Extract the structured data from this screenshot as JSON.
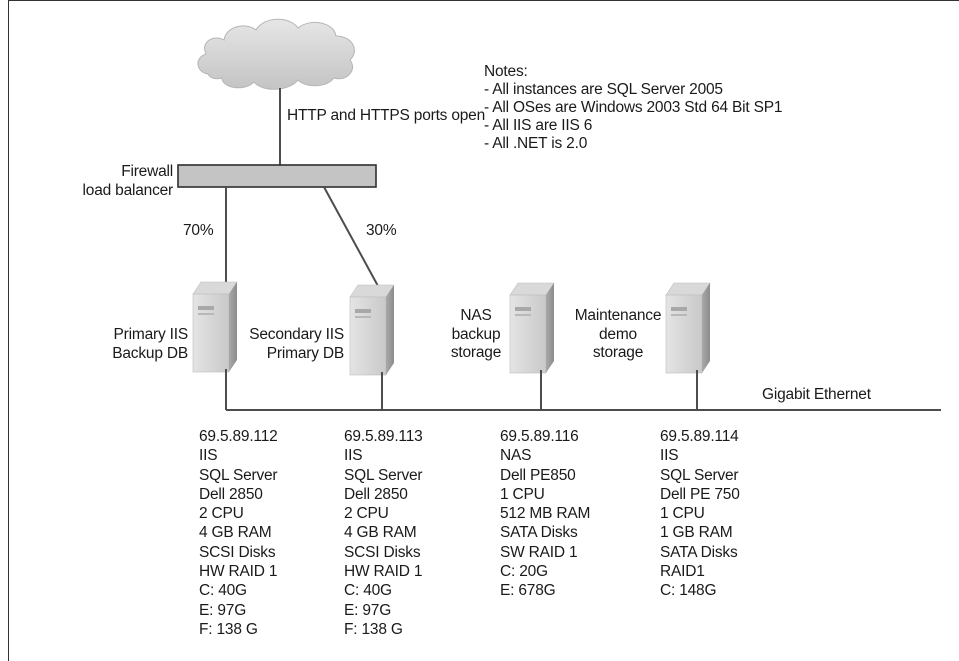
{
  "notes": {
    "title": "Notes:",
    "items": [
      "- All instances are SQL Server 2005",
      "- All OSes are Windows 2003 Std 64 Bit SP1",
      "- All IIS are IIS 6",
      "- All .NET is 2.0"
    ]
  },
  "internet_label": "HTTP and HTTPS ports open",
  "firewall": {
    "line1": "Firewall",
    "line2": "load balancer"
  },
  "split_left": "70%",
  "split_right": "30%",
  "network_label": "Gigabit Ethernet",
  "servers": [
    {
      "label_lines": [
        "Primary IIS",
        "Backup DB"
      ],
      "specs": [
        "69.5.89.112",
        "IIS",
        "SQL Server",
        "Dell 2850",
        "2 CPU",
        "4 GB RAM",
        "SCSI Disks",
        "HW RAID 1",
        "C: 40G",
        "E: 97G",
        "F: 138 G"
      ]
    },
    {
      "label_lines": [
        "Secondary IIS",
        "Primary DB"
      ],
      "specs": [
        "69.5.89.113",
        "IIS",
        "SQL Server",
        "Dell 2850",
        "2 CPU",
        "4 GB RAM",
        "SCSI Disks",
        "HW RAID 1",
        "C: 40G",
        "E: 97G",
        "F: 138 G"
      ]
    },
    {
      "label_lines": [
        "NAS",
        "backup",
        "storage"
      ],
      "specs": [
        "69.5.89.116",
        "NAS",
        "Dell PE850",
        "1 CPU",
        "512 MB RAM",
        "SATA Disks",
        "SW RAID 1",
        "C: 20G",
        "E: 678G"
      ]
    },
    {
      "label_lines": [
        "Maintenance",
        "demo",
        "storage"
      ],
      "specs": [
        "69.5.89.114",
        "IIS",
        "SQL Server",
        "Dell PE 750",
        "1 CPU",
        "1 GB RAM",
        "SATA Disks",
        "RAID1",
        "C: 148G"
      ]
    }
  ]
}
